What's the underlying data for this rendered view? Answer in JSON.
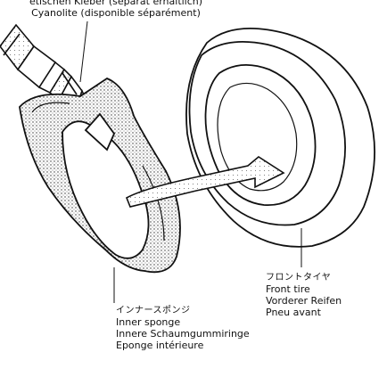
{
  "adhesive": {
    "line_de": "etischen Kleber (separat erhaltlich)",
    "line_fr": "Cyanolite (disponible séparément)"
  },
  "inner_sponge": {
    "jp": "インナースポンジ",
    "en": "Inner sponge",
    "de": "Innere Schaumgummiringe",
    "fr": "Eponge intérieure"
  },
  "front_tire": {
    "jp": "フロントタイヤ",
    "en": "Front tire",
    "de": "Vorderer Reifen",
    "fr": "Pneu avant"
  }
}
